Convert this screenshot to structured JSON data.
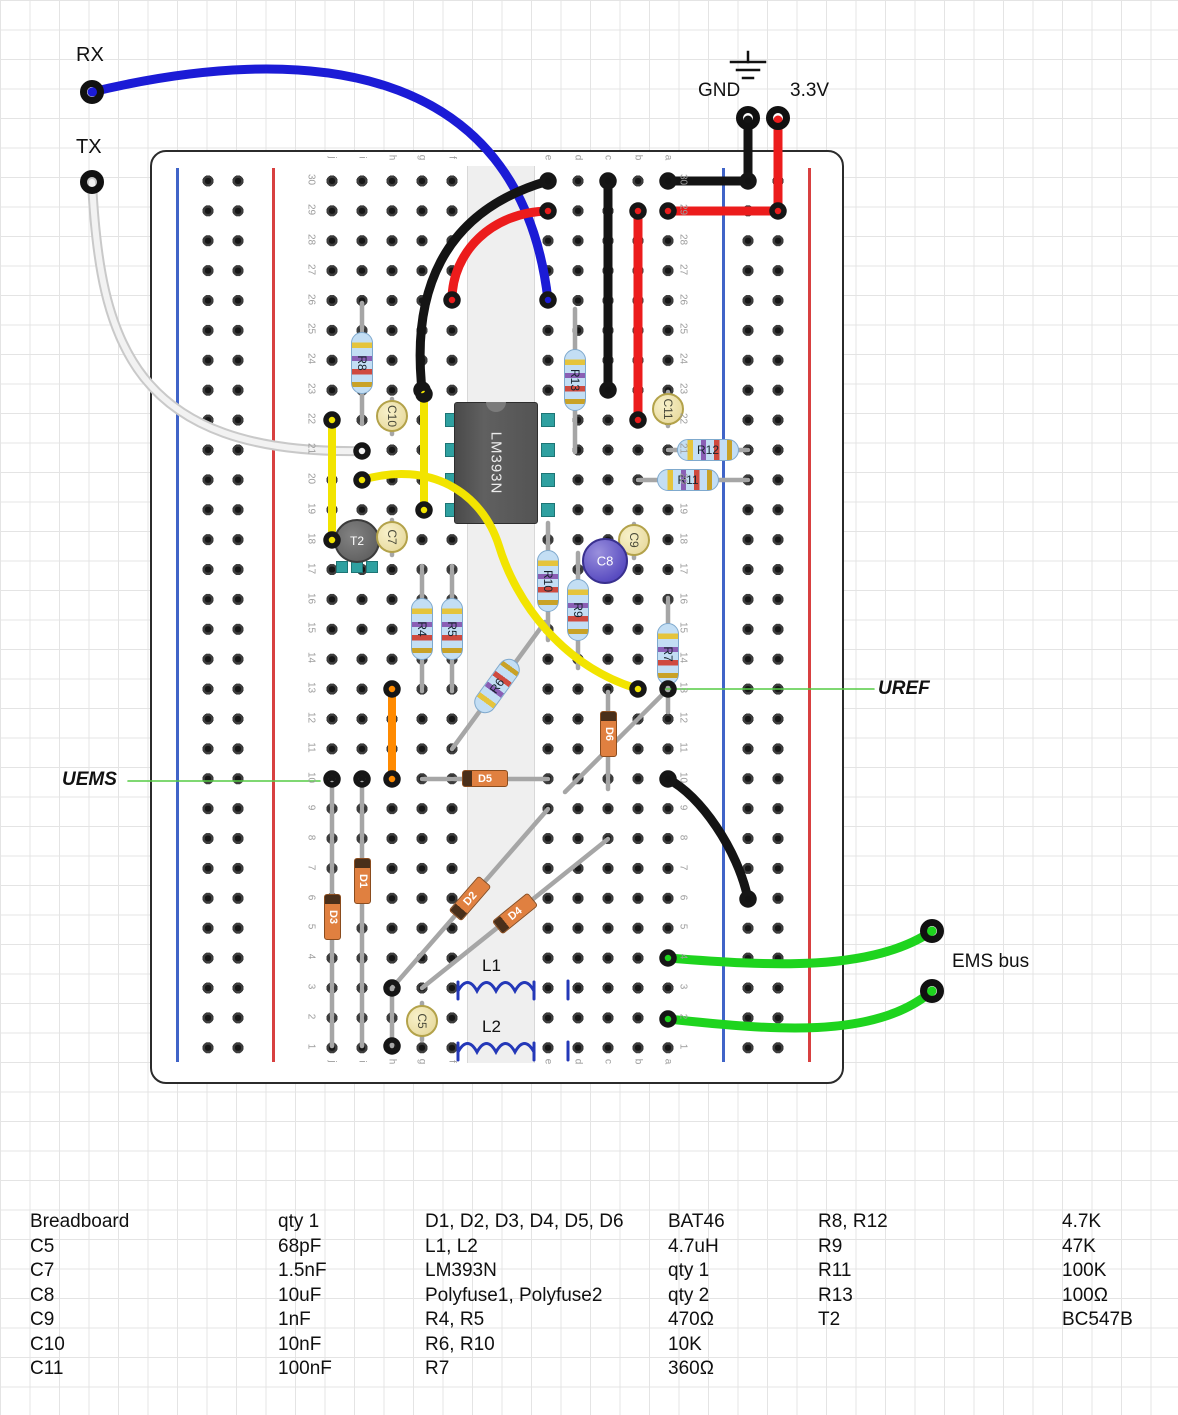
{
  "labels": {
    "rx": "RX",
    "tx": "TX",
    "gnd": "GND",
    "v33": "3.3V",
    "uref": "UREF",
    "uems": "UEMS",
    "ems_bus": "EMS bus"
  },
  "breadboard": {
    "row_numbers": [
      "1",
      "2",
      "3",
      "4",
      "5",
      "6",
      "7",
      "8",
      "9",
      "10",
      "11",
      "12",
      "13",
      "14",
      "15",
      "16",
      "17",
      "18",
      "19",
      "20",
      "21",
      "22",
      "23",
      "24",
      "25",
      "26",
      "27",
      "28",
      "29",
      "30"
    ],
    "column_letters": [
      "a",
      "b",
      "c",
      "d",
      "e",
      "f",
      "g",
      "h",
      "i",
      "j"
    ]
  },
  "components": {
    "ic1": "LM393N",
    "t2": "T2",
    "r4": "R4",
    "r5": "R5",
    "r6": "R6",
    "r7": "R7",
    "r8": "R8",
    "r9": "R9",
    "r10": "R10",
    "r11": "R11",
    "r12": "R12",
    "r13": "R13",
    "c5": "C5",
    "c7": "C7",
    "c8": "C8",
    "c9": "C9",
    "c10": "C10",
    "c11": "C11",
    "d1": "D1",
    "d2": "D2",
    "d3": "D3",
    "d4": "D4",
    "d5": "D5",
    "d6": "D6",
    "l1": "L1",
    "l2": "L2"
  },
  "colors": {
    "wire_blue": "#1b1bd6",
    "wire_red": "#ec1c1c",
    "wire_black": "#141414",
    "wire_white": "#f2f2f2",
    "wire_yellow": "#f2e400",
    "wire_orange": "#ff8a00",
    "wire_green": "#1ed41e",
    "annotation_green": "#55cc44",
    "rail_blue": "#4064c8",
    "rail_red": "#d84040"
  },
  "bom": {
    "rows": [
      {
        "c1": "Breadboard",
        "c2": "qty 1",
        "c3": "D1, D2, D3, D4, D5, D6",
        "c4": "BAT46",
        "c5": "R8, R12",
        "c6": "4.7K"
      },
      {
        "c1": "C5",
        "c2": "68pF",
        "c3": "L1, L2",
        "c4": "4.7uH",
        "c5": "R9",
        "c6": "47K"
      },
      {
        "c1": "C7",
        "c2": "1.5nF",
        "c3": "LM393N",
        "c4": "qty 1",
        "c5": "R11",
        "c6": "100K"
      },
      {
        "c1": "C8",
        "c2": "10uF",
        "c3": "Polyfuse1, Polyfuse2",
        "c4": "qty 2",
        "c5": "R13",
        "c6": "100Ω"
      },
      {
        "c1": "C9",
        "c2": "1nF",
        "c3": "R4, R5",
        "c4": "470Ω",
        "c5": "T2",
        "c6": "BC547B"
      },
      {
        "c1": "C10",
        "c2": "10nF",
        "c3": "R6, R10",
        "c4": "10K",
        "c5": "",
        "c6": ""
      },
      {
        "c1": "C11",
        "c2": "100nF",
        "c3": "R7",
        "c4": "360Ω",
        "c5": "",
        "c6": ""
      }
    ]
  }
}
